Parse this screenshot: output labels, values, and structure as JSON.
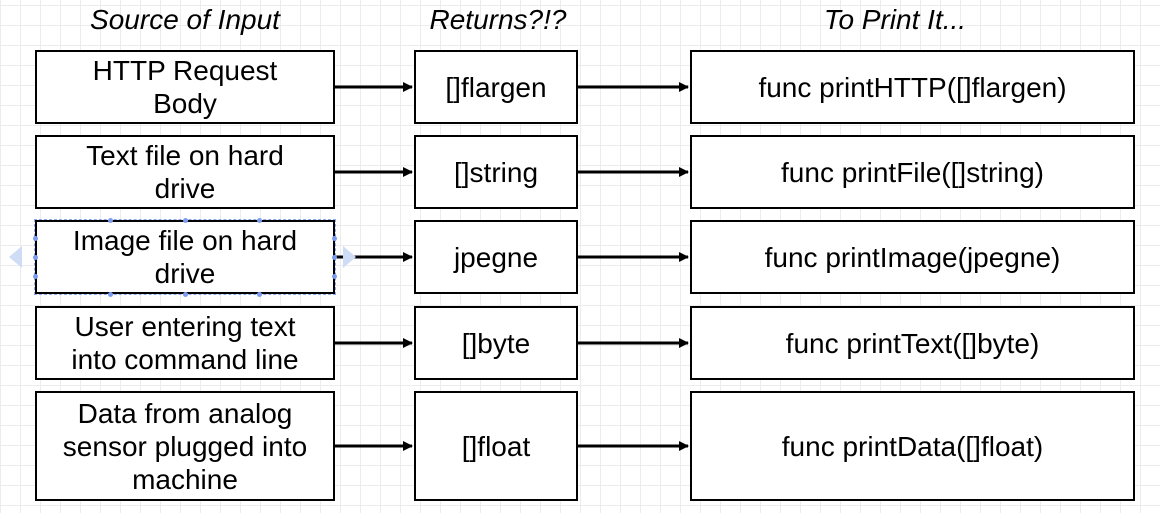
{
  "headers": {
    "source": "Source of Input",
    "returns": "Returns?!?",
    "print": "To Print It..."
  },
  "rows": [
    {
      "source": "HTTP Request\nBody",
      "returns": "[]flargen",
      "print": "func printHTTP([]flargen)"
    },
    {
      "source": "Text file on hard\ndrive",
      "returns": "[]string",
      "print": "func printFile([]string)"
    },
    {
      "source": "Image file on hard\ndrive",
      "returns": "jpegne",
      "print": "func printImage(jpegne)"
    },
    {
      "source": "User entering text\ninto command line",
      "returns": "[]byte",
      "print": "func printText([]byte)"
    },
    {
      "source": "Data from analog\nsensor plugged into\nmachine",
      "returns": "[]float",
      "print": "func printData([]float)"
    }
  ]
}
